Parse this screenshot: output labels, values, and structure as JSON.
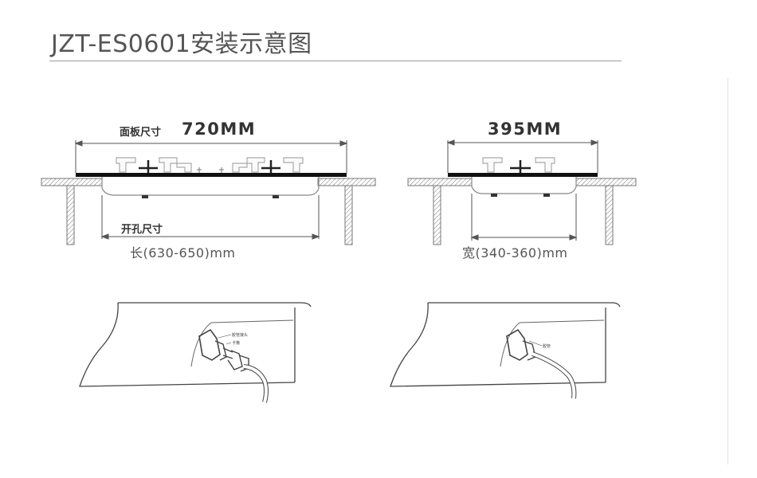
{
  "header": {
    "title": "JZT-ES0601安装示意图"
  },
  "left_view": {
    "panel_label": "面板尺寸",
    "panel_size": "720MM",
    "cutout_label": "开孔尺寸",
    "cutout_size": "长(630-650)mm"
  },
  "right_view": {
    "panel_size": "395MM",
    "cutout_size": "宽(340-360)mm"
  },
  "detail_left": {
    "callout_1": "胶管接头",
    "callout_2": "卡箍"
  },
  "detail_right": {
    "callout_1": "胶管"
  }
}
